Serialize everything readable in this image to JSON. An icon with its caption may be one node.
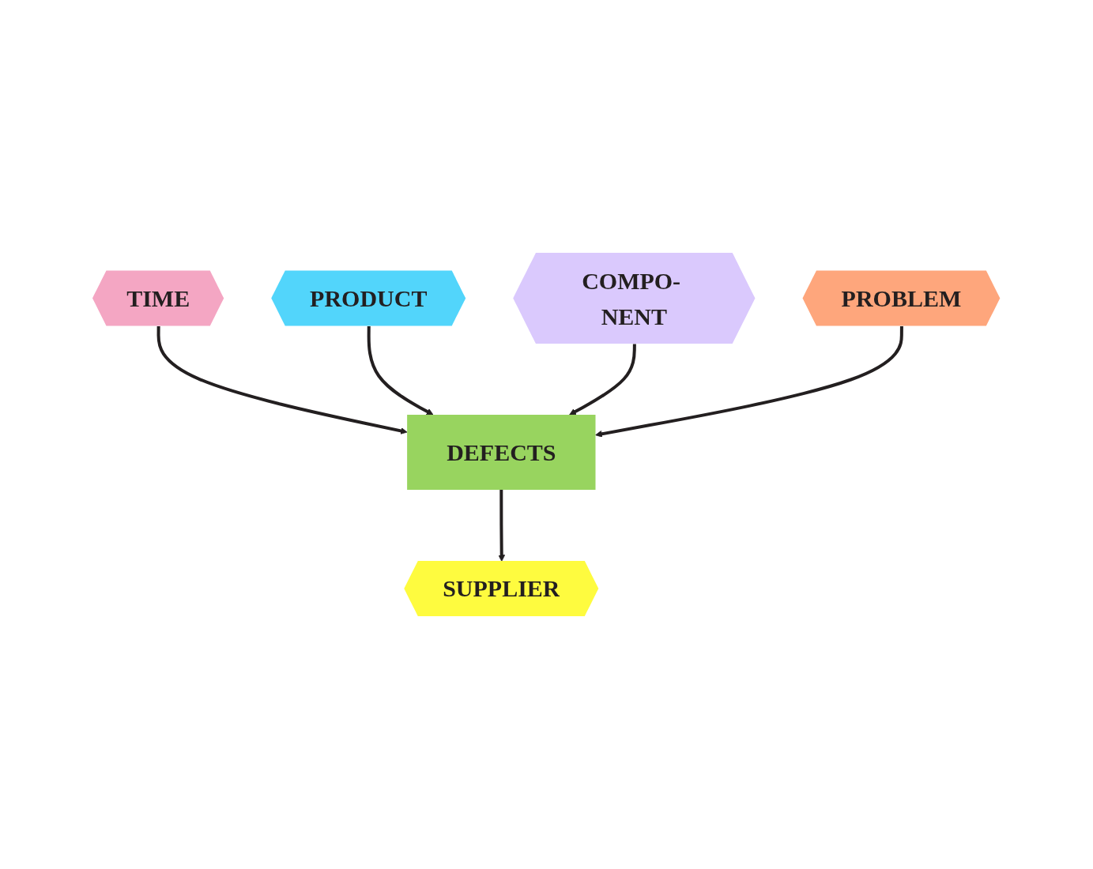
{
  "diagram": {
    "nodes": [
      {
        "text": [
          "TIME"
        ]
      },
      {
        "text": [
          "PRODUCT"
        ]
      },
      {
        "text": [
          "COMPO- NENT"
        ]
      },
      {
        "text": [
          "DEFECTS"
        ]
      },
      {
        "text": [
          "SUPPLIER"
        ]
      },
      {
        "text": [
          "PROBLEM"
        ]
      }
    ],
    "edges": [
      {
        "from": 0,
        "to": 3,
        "arrow": "to"
      },
      {
        "from": 1,
        "to": 3,
        "arrow": "to"
      },
      {
        "from": 2,
        "to": 3,
        "arrow": "to"
      },
      {
        "from": 3,
        "to": 4,
        "arrow": "to"
      },
      {
        "from": 5,
        "to": 3,
        "arrow": "to"
      }
    ]
  }
}
